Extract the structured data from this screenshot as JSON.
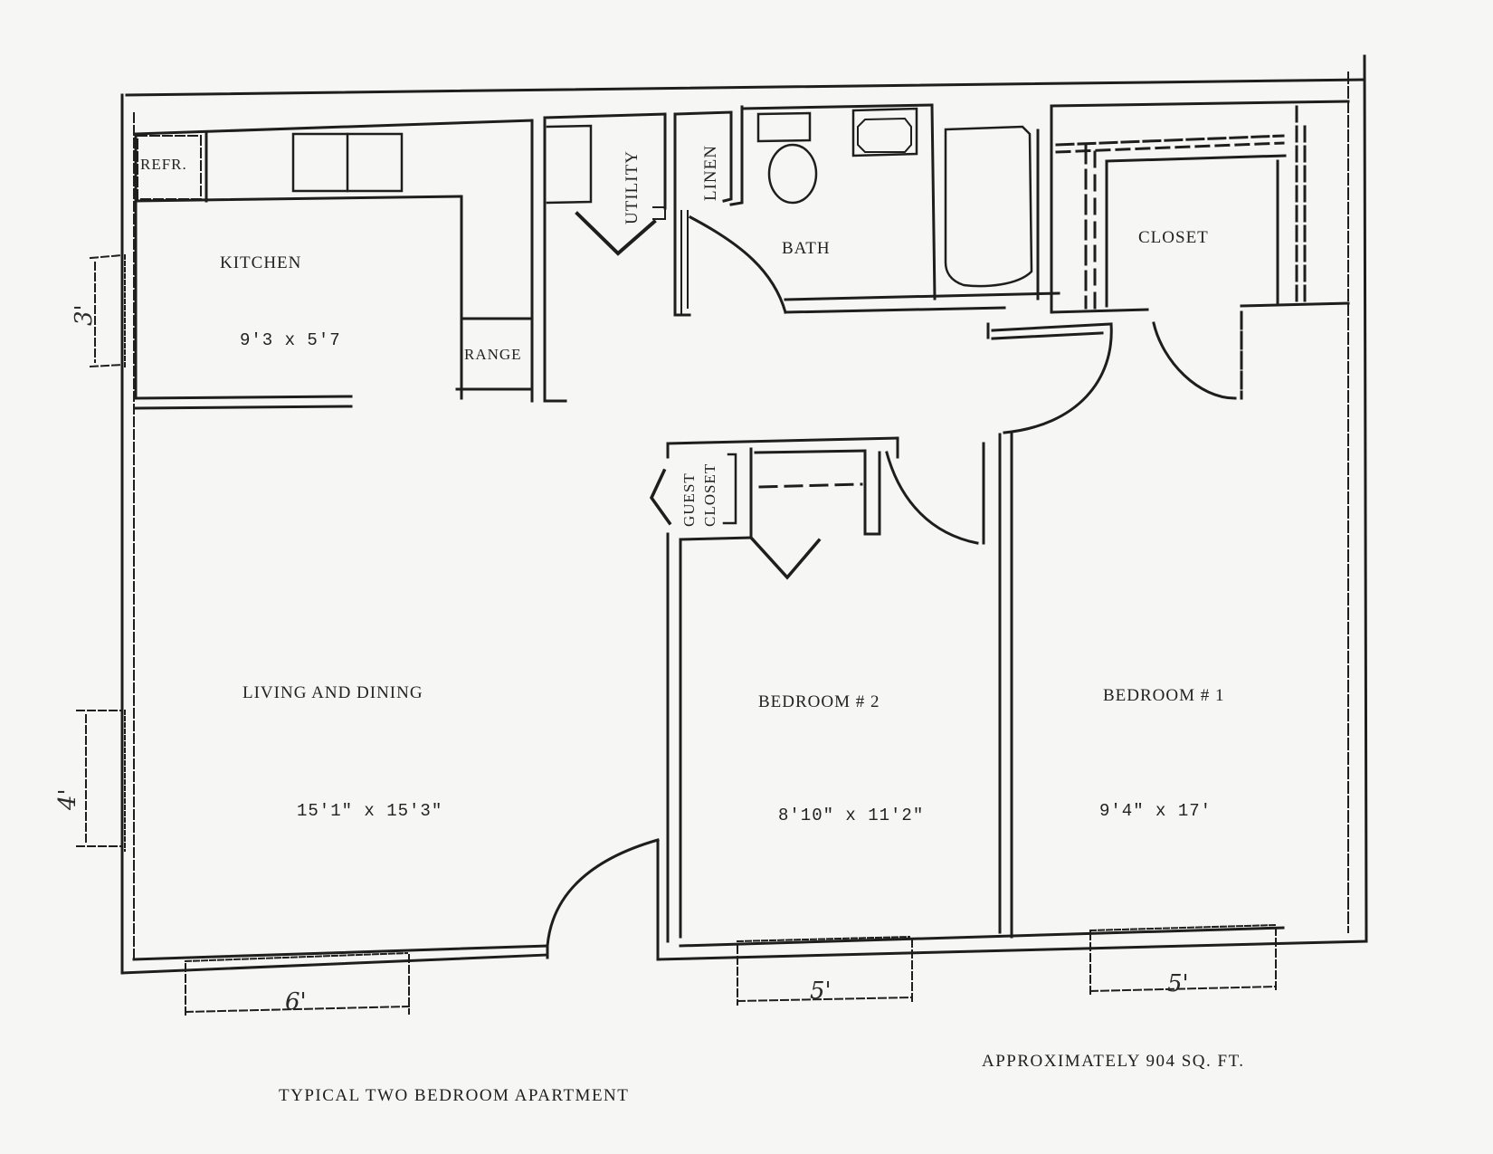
{
  "document": {
    "title": "TYPICAL TWO BEDROOM APARTMENT",
    "area": "APPROXIMATELY 904 SQ. FT."
  },
  "rooms": {
    "refrigerator": {
      "label": "REFR."
    },
    "kitchen": {
      "label": "KITCHEN",
      "size": "9'3 x 5'7"
    },
    "range": {
      "label": "RANGE"
    },
    "utility": {
      "label": "UTILITY"
    },
    "linen": {
      "label": "LINEN"
    },
    "bath": {
      "label": "BATH"
    },
    "closet": {
      "label": "CLOSET"
    },
    "guest_closet": {
      "label_line1": "GUEST",
      "label_line2": "CLOSET"
    },
    "living_dining": {
      "label": "LIVING AND DINING",
      "size": "15'1\" x 15'3\""
    },
    "bedroom2": {
      "label": "BEDROOM # 2",
      "size": "8'10\" x 11'2\""
    },
    "bedroom1": {
      "label": "BEDROOM # 1",
      "size": "9'4\" x 17'"
    }
  },
  "window_dimensions": {
    "kitchen_window": "3'",
    "living_side_window": "4'",
    "living_front_window": "6'",
    "bedroom2_window": "5'",
    "bedroom1_window": "5'"
  },
  "colors": {
    "paper": "#f6f6f4",
    "ink": "#1e1e1e"
  }
}
